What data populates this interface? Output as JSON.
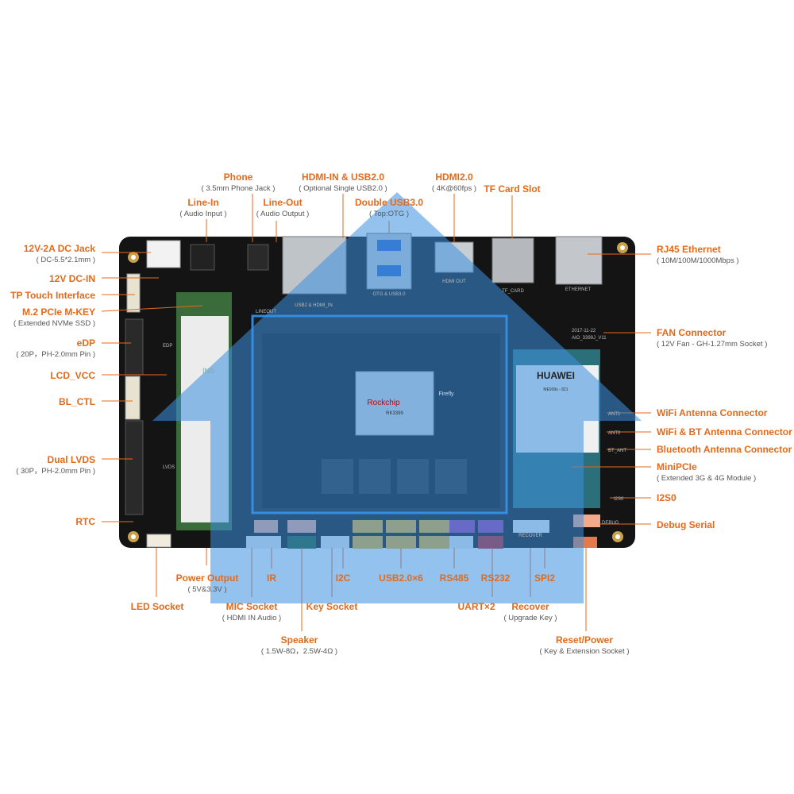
{
  "board": {
    "vendor_logo": "Rockchip",
    "soc": "RK3399",
    "brand": "Firefly",
    "date_print": "2017-11-22",
    "version_print": "AIO_3399J_V11",
    "module_logo": "HUAWEI",
    "module_model": "ME909s - 821",
    "ssd_logo": "INS",
    "silk_usb": "USB2 & HDMI_IN",
    "silk_otg": "OTG & USB3.0",
    "silk_hdmi": "HDMI OUT",
    "silk_tf": "TF_CARD",
    "silk_eth": "ETHERNET",
    "silk_lineout": "LINEOUT",
    "silk_edp": "EDP",
    "silk_lvds": "LVDS",
    "silk_i2s": "I2S0",
    "silk_debug": "DEBUG",
    "silk_recover": "RECOVER",
    "silk_ant1": "ANT1",
    "silk_ant0": "ANT0",
    "silk_btant": "BT_ANT"
  },
  "labels": {
    "phone": {
      "title": "Phone",
      "sub": "( 3.5mm Phone Jack )"
    },
    "hdmi_in_usb": {
      "title": "HDMI-IN & USB2.0",
      "sub": "( Optional Single USB2.0 )"
    },
    "hdmi2": {
      "title": "HDMI2.0",
      "sub": "( 4K@60fps )"
    },
    "tf_card": {
      "title": "TF Card Slot"
    },
    "line_in": {
      "title": "Line-In",
      "sub": "( Audio Input )"
    },
    "line_out": {
      "title": "Line-Out",
      "sub": "( Audio Output )"
    },
    "double_usb3": {
      "title": "Double USB3.0",
      "sub": "( Top:OTG )"
    },
    "dc_jack": {
      "title": "12V-2A DC Jack",
      "sub": "( DC-5.5*2.1mm )"
    },
    "dc_in": {
      "title": "12V DC-IN"
    },
    "tp_touch": {
      "title": "TP Touch Interface"
    },
    "m2": {
      "title": "M.2 PCIe M-KEY",
      "sub": "( Extended NVMe SSD )"
    },
    "edp": {
      "title": "eDP",
      "sub": "( 20P，PH-2.0mm Pin )"
    },
    "lcd_vcc": {
      "title": "LCD_VCC"
    },
    "bl_ctl": {
      "title": "BL_CTL"
    },
    "dual_lvds": {
      "title": "Dual LVDS",
      "sub": "( 30P，PH-2.0mm Pin )"
    },
    "rtc": {
      "title": "RTC"
    },
    "led_socket": {
      "title": "LED Socket"
    },
    "rj45": {
      "title": "RJ45 Ethernet",
      "sub": "( 10M/100M/1000Mbps )"
    },
    "fan": {
      "title": "FAN Connector",
      "sub": "( 12V Fan - GH-1.27mm Socket )"
    },
    "wifi_ant": {
      "title": "WiFi Antenna Connector"
    },
    "wifi_bt_ant": {
      "title": "WiFi & BT Antenna Connector"
    },
    "bt_ant": {
      "title": "Bluetooth Antenna Connector"
    },
    "minipcie": {
      "title": "MiniPCIe",
      "sub": "( Extended 3G & 4G Module )"
    },
    "i2s0": {
      "title": "I2S0"
    },
    "debug_serial": {
      "title": "Debug Serial"
    },
    "power_output": {
      "title": "Power Output",
      "sub": "( 5V&3.3V )"
    },
    "ir": {
      "title": "IR"
    },
    "i2c": {
      "title": "I2C"
    },
    "usb2x6": {
      "title": "USB2.0×6"
    },
    "rs485": {
      "title": "RS485"
    },
    "rs232": {
      "title": "RS232"
    },
    "spi2": {
      "title": "SPI2"
    },
    "mic_socket": {
      "title": "MIC Socket",
      "sub": "( HDMI IN Audio )"
    },
    "key_socket": {
      "title": "Key Socket"
    },
    "uart2": {
      "title": "UART×2"
    },
    "recover": {
      "title": "Recover",
      "sub": "( Upgrade Key )"
    },
    "speaker": {
      "title": "Speaker",
      "sub": "( 1.5W-8Ω，2.5W-4Ω )"
    },
    "reset_power": {
      "title": "Reset/Power",
      "sub": "( Key & Extension Socket )"
    }
  },
  "colors": {
    "accent": "#e46a1b",
    "sub_text": "#555555",
    "leader": "#e46a1b",
    "pcb": "#141414",
    "overlay": "#3d8fe0"
  }
}
